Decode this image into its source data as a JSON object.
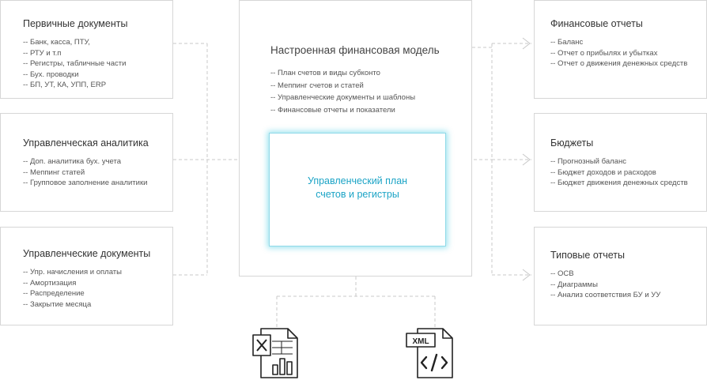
{
  "left": [
    {
      "title": "Первичные документы",
      "items": [
        "-- Банк, касса, ПТУ,",
        "-- РТУ и т.п",
        "-- Регистры, табличные части",
        "-- Бух. проводки",
        "-- БП, УТ, КА, УПП, ERP"
      ]
    },
    {
      "title": "Управленческая аналитика",
      "items": [
        "-- Доп. аналитика бух. учета",
        "-- Меппинг статей",
        "-- Групповое заполнение аналитики"
      ]
    },
    {
      "title": "Управленческие документы",
      "items": [
        "-- Упр. начисления и  оплаты",
        "-- Амортизация",
        "-- Распределение",
        "-- Закрытие месяца"
      ]
    }
  ],
  "center": {
    "title": "Настроенная финансовая модель",
    "items": [
      "-- План счетов и виды субконто",
      "-- Меппинг счетов и статей",
      "-- Управленческие документы и шаблоны",
      "-- Финансовые отчеты и показатели"
    ],
    "core": [
      "Управленческий план",
      "счетов и регистры"
    ]
  },
  "right": [
    {
      "title": "Финансовые отчеты",
      "items": [
        "-- Баланс",
        "-- Отчет о прибылях и  убытках",
        "-- Отчет о движения денежных средств"
      ]
    },
    {
      "title": "Бюджеты",
      "items": [
        "-- Прогнозный баланс",
        "-- Бюджет доходов и   расходов",
        "-- Бюджет движения   денежных средств"
      ]
    },
    {
      "title": "Типовые отчеты",
      "items": [
        "-- ОСВ",
        "-- Диаграммы",
        "-- Анализ соответствия БУ и УУ"
      ]
    }
  ],
  "icons": {
    "excel": "excel-file-icon",
    "xml": "xml-file-icon",
    "xml_label": "XML"
  },
  "colors": {
    "accent": "#1ca4c6",
    "border": "#d6d6d6",
    "line": "#c8c8c8"
  }
}
